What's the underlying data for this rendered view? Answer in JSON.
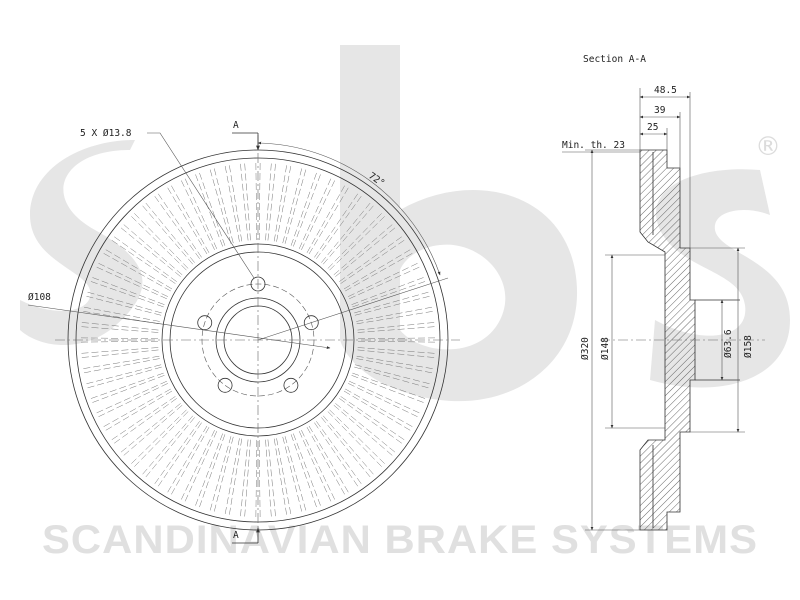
{
  "watermark": {
    "logo_text": "sbs",
    "registered_mark": "®",
    "company_line": "SCANDINAVIAN BRAKE SYSTEMS",
    "color": "#e0e0e0"
  },
  "front_view": {
    "section_marker_top": "A",
    "section_marker_bottom": "A",
    "bolt_holes_label": "5 X Ø13.8",
    "angle_label": "72°",
    "pcd_label": "Ø108",
    "bolt_hole_count": 5,
    "vent_count": 72
  },
  "section_view": {
    "title": "Section A-A",
    "min_thickness_label": "Min. th. 23",
    "dim_overall_width": "48.5",
    "dim_hat_height": "39",
    "dim_pad_width": "25",
    "dim_outer_diameter": "Ø320",
    "dim_hat_inner_diameter": "Ø148",
    "dim_center_bore": "Ø63.6",
    "dim_hat_outer_diameter": "Ø158"
  }
}
